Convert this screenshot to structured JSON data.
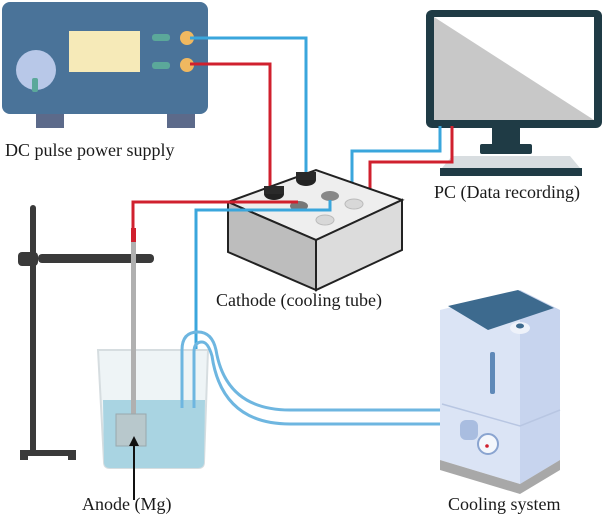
{
  "diagram": {
    "labels": {
      "power_supply": "DC pulse power supply",
      "pc": "PC (Data recording)",
      "cathode": "Cathode (cooling tube)",
      "anode": "Anode (Mg)",
      "cooling": "Cooling system"
    },
    "colors": {
      "power_body": "#4a7399",
      "power_display": "#f6eab8",
      "power_knob": "#b8c8e8",
      "terminal": "#f0b860",
      "wire_red": "#d0202e",
      "wire_blue": "#3aa6dc",
      "monitor_frame": "#1f3b45",
      "monitor_screen": "#c8c8c8",
      "box_top": "#eeeeee",
      "box_left": "#bdbdbd",
      "box_right": "#dcdcdc",
      "water": "#a9d4e2",
      "cooler_body": "#dbe4f5",
      "cooler_top": "#3d6a8e",
      "stand": "#3a3a3a"
    },
    "components": [
      {
        "id": "power-supply",
        "icon": "power-supply-icon"
      },
      {
        "id": "pc",
        "icon": "monitor-icon"
      },
      {
        "id": "cathode-box",
        "icon": "junction-box-icon"
      },
      {
        "id": "beaker",
        "icon": "beaker-icon"
      },
      {
        "id": "retort-stand",
        "icon": "stand-icon"
      },
      {
        "id": "cooling-system",
        "icon": "cooler-icon"
      }
    ]
  }
}
